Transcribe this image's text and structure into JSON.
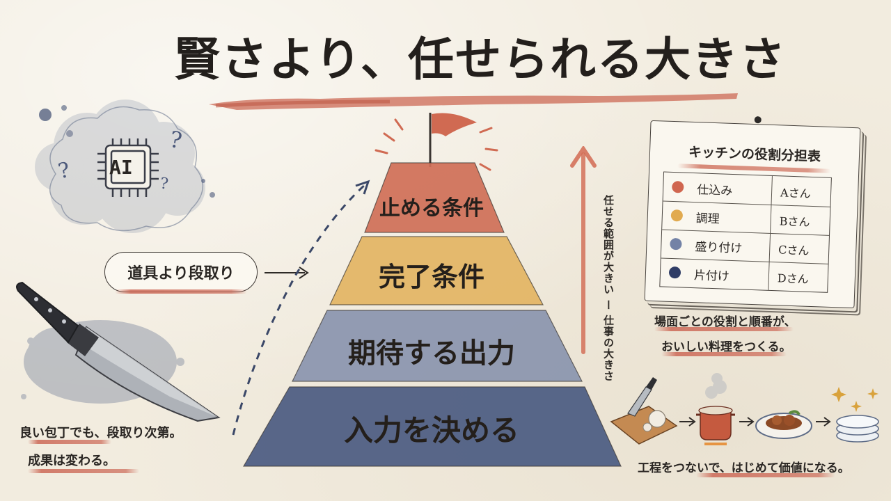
{
  "title": "賢さより、任せられる大きさ",
  "cloud_chip_label": "AI",
  "question_marks": [
    "?",
    "?",
    "?"
  ],
  "tools_bubble": "道具より段取り",
  "knife_caption": [
    "良い包丁でも、段取り次第。",
    "成果は変わる。"
  ],
  "pyramid": {
    "layers": [
      {
        "label": "止める条件",
        "color": "#cf6f57"
      },
      {
        "label": "完了条件",
        "color": "#e3b463"
      },
      {
        "label": "期待する出力",
        "color": "#8792ad"
      },
      {
        "label": "入力を決める",
        "color": "#4f5f84"
      }
    ]
  },
  "vertical_note": "任せる範囲が大きい ー 仕事の大きさ",
  "chart": {
    "title": "キッチンの役割分担表",
    "rows": [
      {
        "task": "仕込み",
        "person": "Aさん",
        "color": "#d0664f"
      },
      {
        "task": "調理",
        "person": "Bさん",
        "color": "#e1aa4f"
      },
      {
        "task": "盛り付け",
        "person": "Cさん",
        "color": "#7382a6"
      },
      {
        "task": "片付け",
        "person": "Dさん",
        "color": "#2f3d66"
      }
    ]
  },
  "chart_caption": [
    "場面ごとの役割と順番が、",
    "おいしい料理をつくる。"
  ],
  "process_caption": "工程をつないで、はじめて価値になる。",
  "colors": {
    "accent_red": "#cf6f57",
    "accent_yellow": "#e3b463",
    "accent_blue": "#4f5f84",
    "ink": "#2a2623"
  }
}
